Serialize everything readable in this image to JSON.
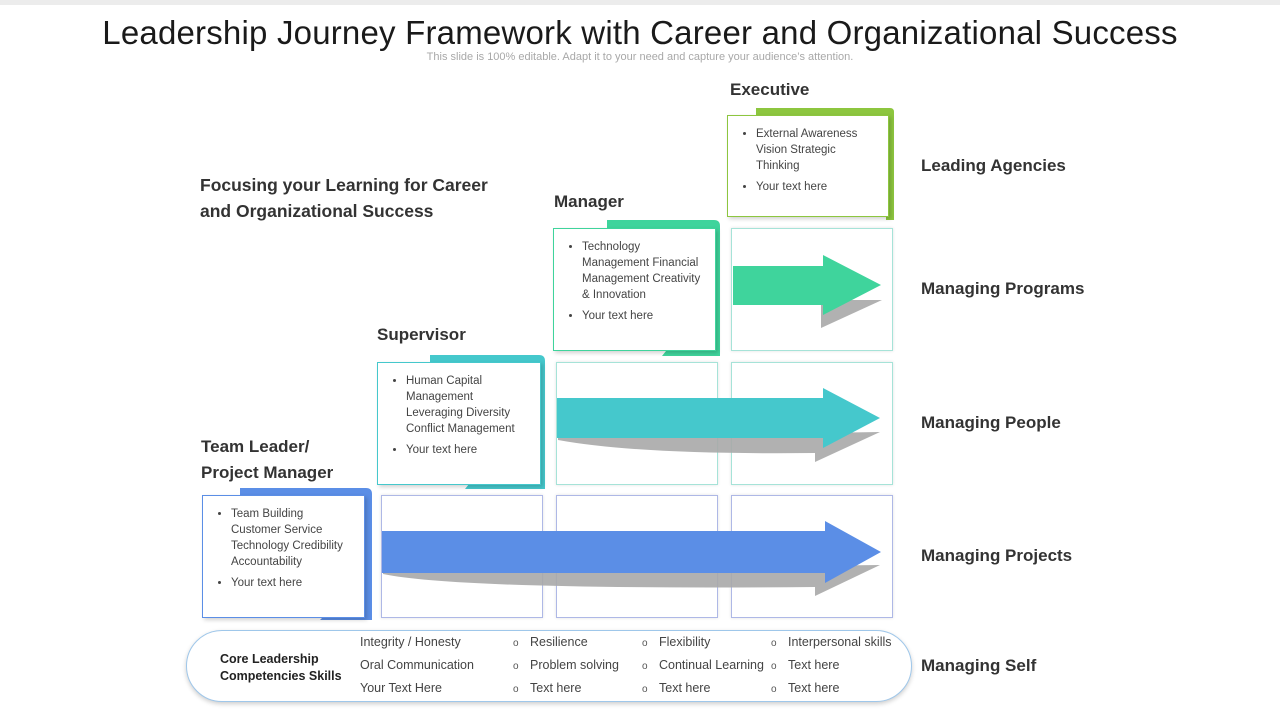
{
  "title": "Leadership Journey Framework with Career and Organizational Success",
  "subtitle": "This slide is 100% editable. Adapt it to your need and capture your audience’s attention.",
  "focus_heading": "Focusing your Learning for Career and Organizational  Success",
  "colors": {
    "green": "#8dc63f",
    "mint": "#3fd49c",
    "teal": "#45c8cc",
    "blue": "#5b8ee6"
  },
  "roles": [
    {
      "title": "Executive",
      "bullets": [
        "External Awareness Vision Strategic Thinking",
        "Your text here"
      ]
    },
    {
      "title": "Manager",
      "bullets": [
        "Technology Management Financial Management Creativity & Innovation",
        "Your text here"
      ]
    },
    {
      "title": "Supervisor",
      "bullets": [
        "Human Capital Management Leveraging Diversity Conflict Management",
        "Your text here"
      ]
    },
    {
      "title_line1": "Team Leader/",
      "title_line2": "Project Manager",
      "bullets": [
        "Team Building Customer Service Technology Credibility Accountability",
        "Your text here"
      ]
    }
  ],
  "levels": [
    "Leading Agencies",
    "Managing Programs",
    "Managing People",
    "Managing Projects",
    "Managing Self"
  ],
  "core": {
    "title": "Core Leadership Competencies Skills",
    "col1": [
      "Integrity / Honesty",
      "Oral Communication",
      "Your Text Here"
    ],
    "col2": [
      "Resilience",
      "Problem solving",
      "Text here"
    ],
    "col3": [
      "Flexibility",
      "Continual Learning",
      "Text here"
    ],
    "col4": [
      "Interpersonal skills",
      "Text here",
      "Text here"
    ],
    "bullet": "o"
  }
}
